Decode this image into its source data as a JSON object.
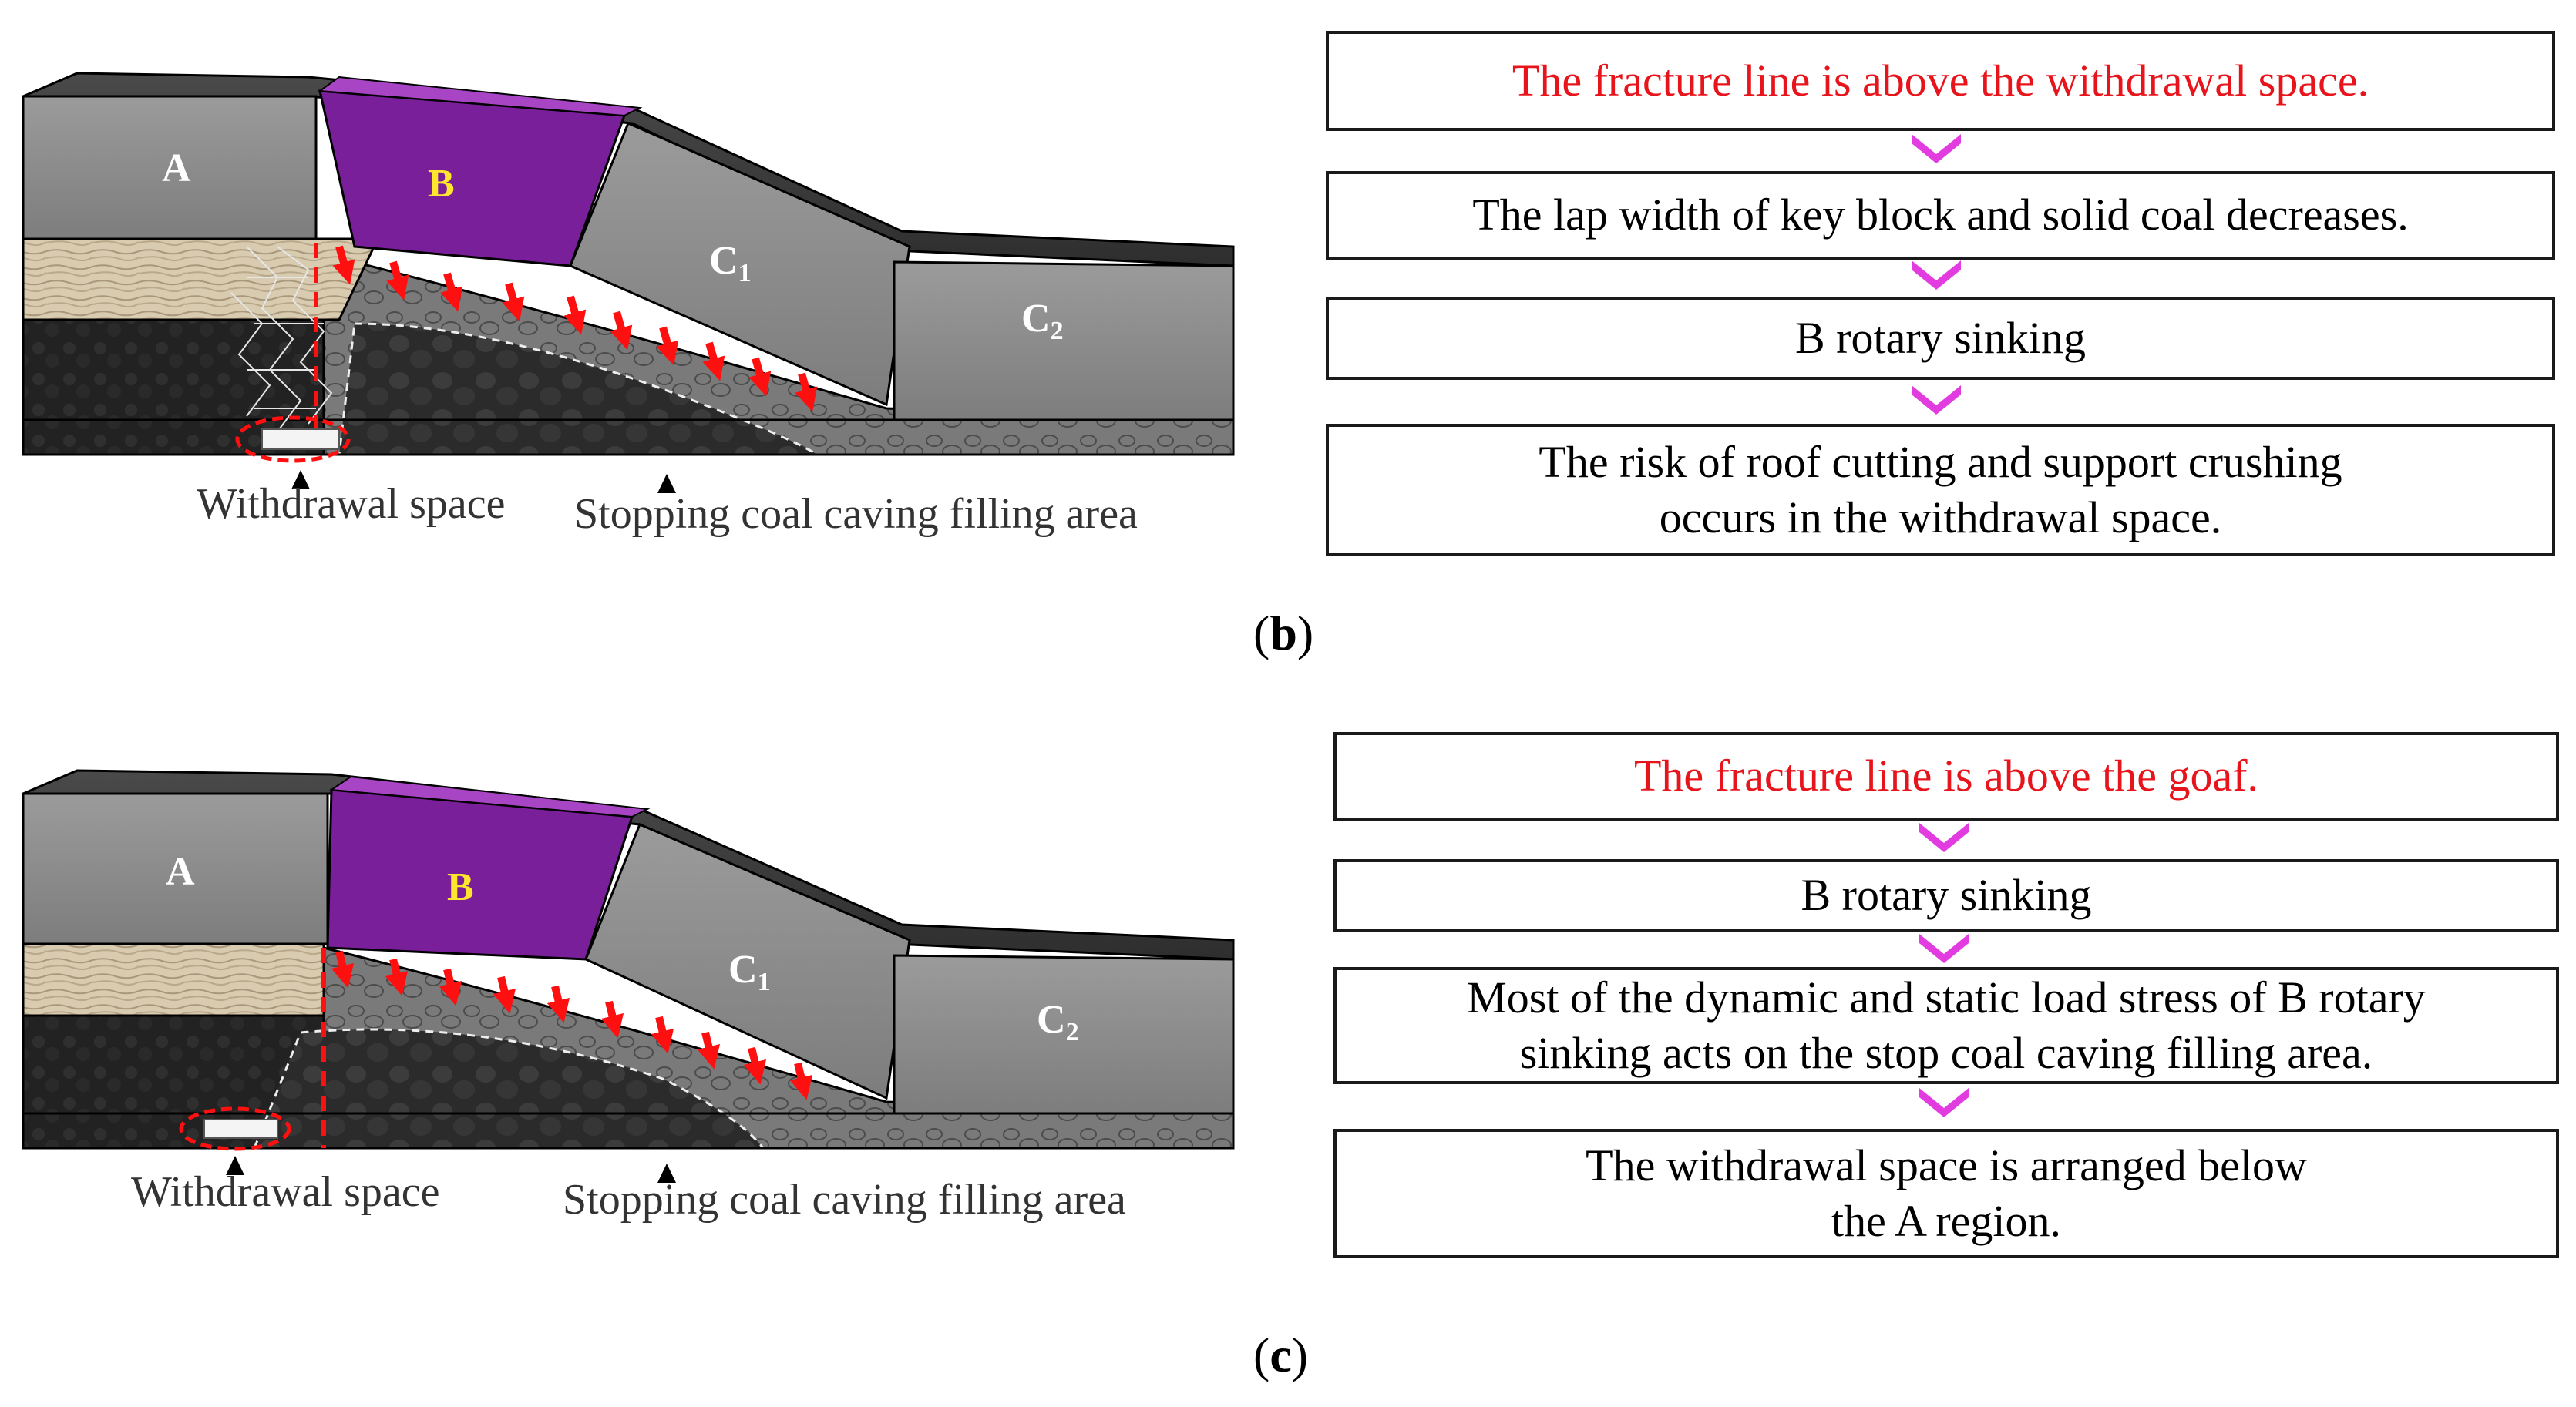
{
  "panels": [
    {
      "id": "b",
      "label": "b",
      "diagram": {
        "block_a": "A",
        "block_b": "B",
        "block_c1": "C",
        "block_c1_sub": "1",
        "block_c2": "C",
        "block_c2_sub": "2",
        "caption_withdrawal": "Withdrawal space",
        "caption_filling": "Stopping coal caving filling area"
      },
      "flow": [
        "The fracture line is above the withdrawal space.",
        "The lap width of key block and solid coal decreases.",
        "B rotary sinking",
        "The risk of roof cutting and support crushing\noccurs in the withdrawal space."
      ]
    },
    {
      "id": "c",
      "label": "c",
      "diagram": {
        "block_a": "A",
        "block_b": "B",
        "block_c1": "C",
        "block_c1_sub": "1",
        "block_c2": "C",
        "block_c2_sub": "2",
        "caption_withdrawal": "Withdrawal space",
        "caption_filling": "Stopping coal caving filling area"
      },
      "flow": [
        "The fracture line is above the goaf.",
        "B rotary sinking",
        "Most of the dynamic and static load stress of B rotary\nsinking acts on the stop coal caving filling area.",
        "The withdrawal space is arranged below\nthe A region."
      ]
    }
  ],
  "colors": {
    "highlight_text": "#e8141c",
    "key_block": "#7a1f9a",
    "key_block_label": "#ffe62e",
    "arrow_red": "#ff1010",
    "flow_chevron": "#e23ce0"
  }
}
